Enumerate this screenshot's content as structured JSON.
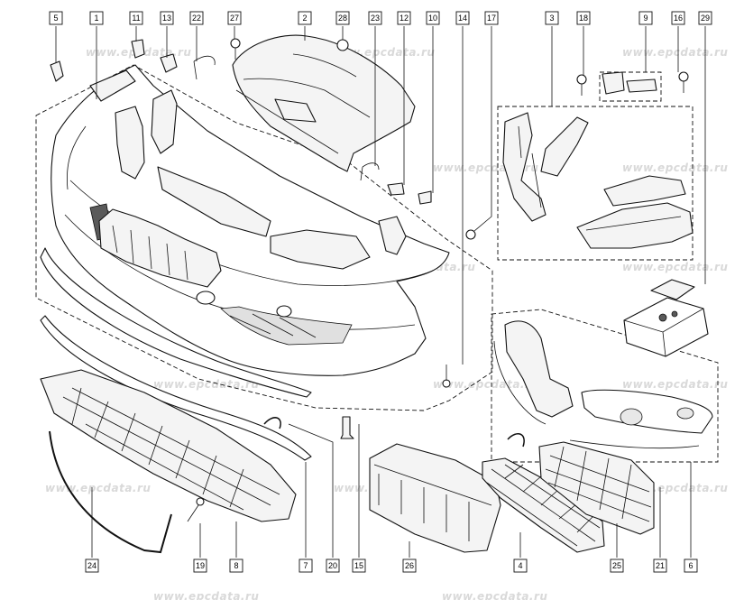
{
  "diagram": {
    "callouts": [
      {
        "id": "c5",
        "label": "5"
      },
      {
        "id": "c1",
        "label": "1"
      },
      {
        "id": "c11",
        "label": "11"
      },
      {
        "id": "c13",
        "label": "13"
      },
      {
        "id": "c22",
        "label": "22"
      },
      {
        "id": "c27",
        "label": "27"
      },
      {
        "id": "c2",
        "label": "2"
      },
      {
        "id": "c28",
        "label": "28"
      },
      {
        "id": "c23",
        "label": "23"
      },
      {
        "id": "c12",
        "label": "12"
      },
      {
        "id": "c10",
        "label": "10"
      },
      {
        "id": "c14",
        "label": "14"
      },
      {
        "id": "c17",
        "label": "17"
      },
      {
        "id": "c3",
        "label": "3"
      },
      {
        "id": "c18",
        "label": "18"
      },
      {
        "id": "c9",
        "label": "9"
      },
      {
        "id": "c16",
        "label": "16"
      },
      {
        "id": "c29",
        "label": "29"
      },
      {
        "id": "c24",
        "label": "24"
      },
      {
        "id": "c19",
        "label": "19"
      },
      {
        "id": "c8",
        "label": "8"
      },
      {
        "id": "c7",
        "label": "7"
      },
      {
        "id": "c20",
        "label": "20"
      },
      {
        "id": "c15",
        "label": "15"
      },
      {
        "id": "c26",
        "label": "26"
      },
      {
        "id": "c4",
        "label": "4"
      },
      {
        "id": "c25",
        "label": "25"
      },
      {
        "id": "c21",
        "label": "21"
      },
      {
        "id": "c6",
        "label": "6"
      }
    ],
    "watermark": "www.epcdata.ru"
  }
}
